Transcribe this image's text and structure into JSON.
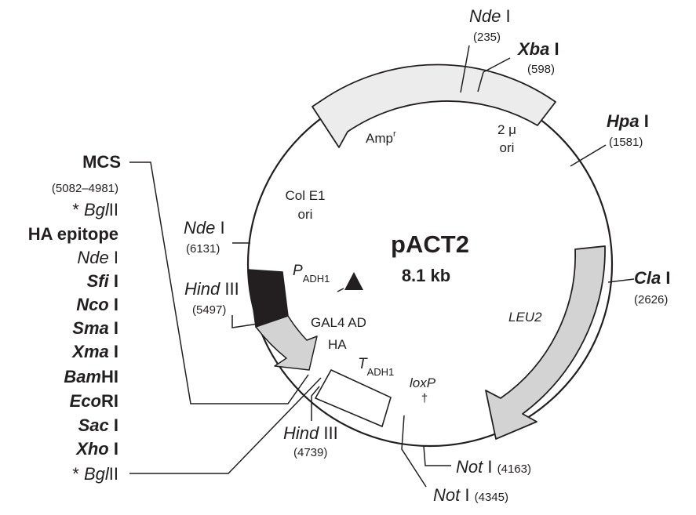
{
  "plasmid": {
    "name": "pACT2",
    "size": "8.1 kb"
  },
  "sites": {
    "nde_top": {
      "name": "Nde",
      "suffix": "I",
      "position": "(235)"
    },
    "xba": {
      "name": "Xba",
      "suffix": "I",
      "position": "(598)"
    },
    "hpa": {
      "name": "Hpa",
      "suffix": "I",
      "position": "(1581)"
    },
    "cla": {
      "name": "Cla",
      "suffix": "I",
      "position": "(2626)"
    },
    "nde_left": {
      "name": "Nde",
      "suffix": "I",
      "position": "(6131)"
    },
    "hind_left": {
      "name": "Hind",
      "suffix": "III",
      "position": "(5497)"
    },
    "hind_bottom": {
      "name": "Hind",
      "suffix": "III",
      "position": "(4739)"
    },
    "not_4163": {
      "name": "Not",
      "suffix": "I",
      "position": "(4163)"
    },
    "not_4345": {
      "name": "Not",
      "suffix": "I",
      "position": "(4345)"
    }
  },
  "features": {
    "amp": {
      "label": "Amp",
      "sup": "r"
    },
    "two_mu": {
      "line1": "2 μ",
      "line2": "ori"
    },
    "col_e1": {
      "line1": "Col E1",
      "line2": "ori"
    },
    "leu2": "LEU2",
    "p_adh1": {
      "main": "P",
      "sub": "ADH1"
    },
    "gal4_ad": "GAL4 AD",
    "ha": "HA",
    "t_adh1": {
      "main": "T",
      "sub": "ADH1"
    },
    "loxp": "loxP",
    "dagger": "†"
  },
  "mcs": {
    "title": "MCS",
    "range": "(5082–4981)",
    "bgl_top": {
      "star": "*",
      "name": "Bgl",
      "suffix": "II"
    },
    "ha_epitope": "HA epitope",
    "nde": {
      "name": "Nde",
      "suffix": "I"
    },
    "sfi": {
      "name": "Sfi",
      "suffix": "I"
    },
    "nco": {
      "name": "Nco",
      "suffix": "I"
    },
    "sma": {
      "name": "Sma",
      "suffix": "I"
    },
    "xma": {
      "name": "Xma",
      "suffix": "I"
    },
    "bam": {
      "name": "Bam",
      "suffix": "HI"
    },
    "eco": {
      "name": "Eco",
      "suffix": "RI"
    },
    "sac": {
      "name": "Sac",
      "suffix": "I"
    },
    "xho": {
      "name": "Xho",
      "suffix": "I"
    },
    "bgl_bottom": {
      "star": "*",
      "name": "Bgl",
      "suffix": "II"
    }
  }
}
